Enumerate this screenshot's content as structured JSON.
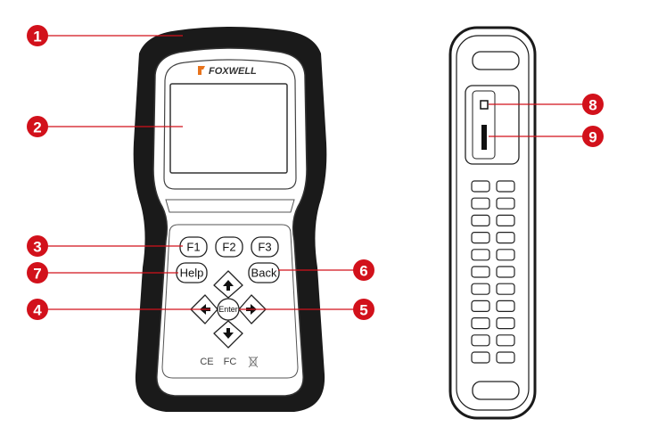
{
  "colors": {
    "callout": "#d2111b",
    "bumper": "#1a1a1a",
    "logo": "#e8731c"
  },
  "brand": "FOXWELL",
  "buttons": {
    "f1": "F1",
    "f2": "F2",
    "f3": "F3",
    "help": "Help",
    "back": "Back",
    "enter": "Enter"
  },
  "marks": {
    "ce": "CE",
    "fcc": "FC"
  },
  "callouts": [
    "1",
    "2",
    "3",
    "4",
    "5",
    "6",
    "7",
    "8",
    "9"
  ]
}
